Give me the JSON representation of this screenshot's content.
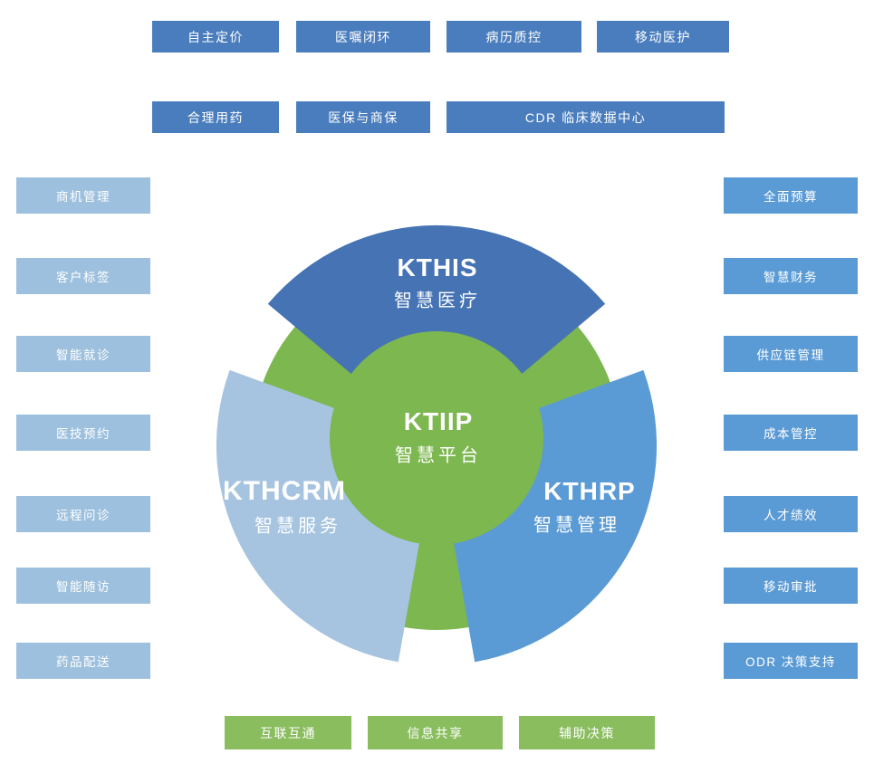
{
  "top_section": {
    "row1": [
      "自主定价",
      "医嘱闭环",
      "病历质控",
      "移动医护"
    ],
    "row2": [
      "合理用药",
      "医保与商保",
      "CDR 临床数据中心"
    ]
  },
  "left_column": [
    "商机管理",
    "客户标签",
    "智能就诊",
    "医技预约",
    "远程问诊",
    "智能随访",
    "药品配送"
  ],
  "right_column": [
    "全面预算",
    "智慧财务",
    "供应链管理",
    "成本管控",
    "人才绩效",
    "移动审批",
    "ODR 决策支持"
  ],
  "bottom_row": [
    "互联互通",
    "信息共享",
    "辅助决策"
  ],
  "diagram": {
    "center": {
      "acronym": "KTIIP",
      "label": "智慧平台"
    },
    "top_segment": {
      "acronym": "KTHIS",
      "label": "智慧医疗"
    },
    "left_segment": {
      "acronym": "KTHCRM",
      "label": "智慧服务"
    },
    "right_segment": {
      "acronym": "KTHRP",
      "label": "智慧管理"
    }
  },
  "colors": {
    "top_button_blue": "#4a7dbd",
    "left_button_light_blue": "#9dc0de",
    "right_button_medium_blue": "#5b9bd5",
    "bottom_button_green": "#89bd5e",
    "platform_green": "#7db74f",
    "segment_dark_blue": "#4573b4",
    "segment_light_blue": "#a6c4e0",
    "segment_medium_blue": "#5b9bd5",
    "text_white": "#ffffff"
  }
}
